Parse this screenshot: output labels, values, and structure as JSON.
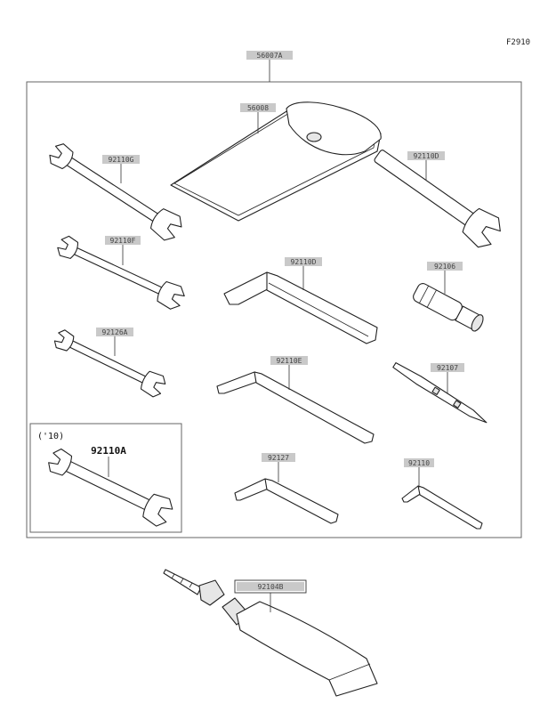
{
  "figure_code": "F2910",
  "parts": {
    "tool_kit": "56007A",
    "bag": "56008",
    "wrench_g": "92110G",
    "wrench_d_right": "92110D",
    "wrench_f": "92110F",
    "hex_key_d": "92110D",
    "grip_92106": "92106",
    "wrench_92126a": "92126A",
    "hex_key_e": "92110E",
    "screwdriver_92107": "92107",
    "hex_key_92127": "92127",
    "hex_key_92110": "92110",
    "grease_tube": "92104B"
  },
  "inset": {
    "year_tag": "('10)",
    "part_number": "92110A"
  }
}
